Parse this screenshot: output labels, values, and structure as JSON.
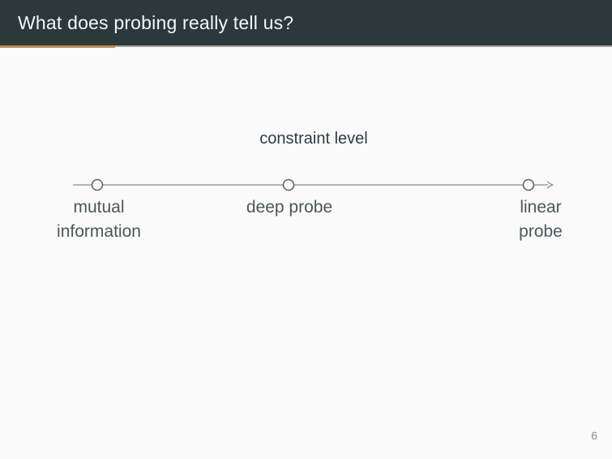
{
  "slide": {
    "title": "What does probing really tell us?",
    "page_number": "6"
  },
  "diagram": {
    "axis_title": "constraint level",
    "points": [
      {
        "label": "mutual\ninformation",
        "position": "left"
      },
      {
        "label": "deep probe",
        "position": "middle"
      },
      {
        "label": "linear probe",
        "position": "right"
      }
    ]
  },
  "colors": {
    "header_bg": "#2b383c",
    "title_text": "#f3f6f6",
    "progress_accent": "#c28a52",
    "progress_track": "#a7a29e",
    "axis_line": "#9aa0a0",
    "axis_point_stroke": "#57605f",
    "label_text": "#4c5759",
    "background": "#fafafa"
  }
}
